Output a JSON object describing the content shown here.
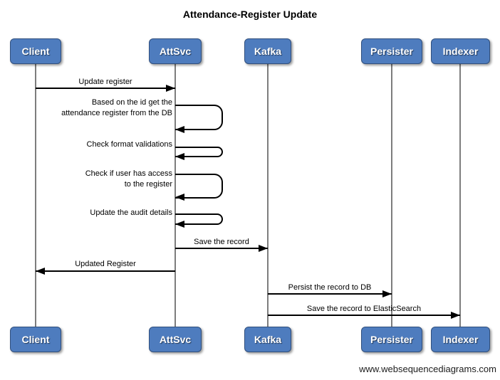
{
  "title": "Attendance-Register Update",
  "footer": "www.websequencediagrams.com",
  "actors": [
    {
      "name": "Client"
    },
    {
      "name": "AttSvc"
    },
    {
      "name": "Kafka"
    },
    {
      "name": "Persister"
    },
    {
      "name": "Indexer"
    }
  ],
  "messages": [
    {
      "type": "call",
      "from": "Client",
      "to": "AttSvc",
      "label": "Update register"
    },
    {
      "type": "self",
      "actor": "AttSvc",
      "lines": [
        "Based on the id get the",
        "attendance register from the DB"
      ]
    },
    {
      "type": "self",
      "actor": "AttSvc",
      "lines": [
        "Check format validations"
      ]
    },
    {
      "type": "self",
      "actor": "AttSvc",
      "lines": [
        "Check if user has access",
        "to the register"
      ]
    },
    {
      "type": "self",
      "actor": "AttSvc",
      "lines": [
        "Update the audit details"
      ]
    },
    {
      "type": "call",
      "from": "AttSvc",
      "to": "Kafka",
      "label": "Save the record"
    },
    {
      "type": "call",
      "from": "AttSvc",
      "to": "Client",
      "label": "Updated Register"
    },
    {
      "type": "call",
      "from": "Kafka",
      "to": "Persister",
      "label": "Persist the record to DB"
    },
    {
      "type": "call",
      "from": "Kafka",
      "to": "Indexer",
      "label": "Save the record to ElasticSearch"
    }
  ],
  "colors": {
    "actor_fill": "#4e7cbe",
    "actor_border": "#31507e",
    "actor_text": "#ffffff",
    "lifeline": "#7d7d7d",
    "arrow": "#000000",
    "background": "#ffffff"
  }
}
